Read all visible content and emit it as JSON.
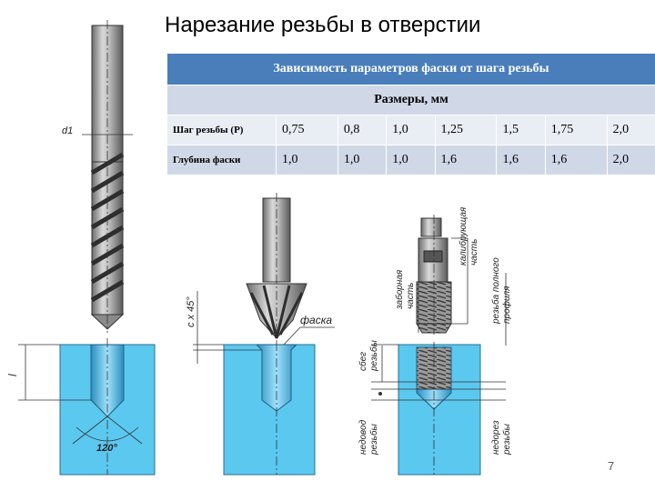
{
  "title": "Нарезание резьбы в отверстии",
  "table": {
    "caption": "Зависимость параметров фаски от шага резьбы",
    "subcaption": "Размеры, мм",
    "rows": [
      {
        "label": "Шаг резьбы (P)",
        "values": [
          "0,75",
          "0,8",
          "1,0",
          "1,25",
          "1,5",
          "1,75",
          "2,0"
        ]
      },
      {
        "label": "Глубина фаски",
        "values": [
          "1,0",
          "1,0",
          "1,0",
          "1,6",
          "1,6",
          "1,6",
          "2,0"
        ]
      }
    ]
  },
  "labels": {
    "d1": "d1",
    "l": "l",
    "angle": "120°",
    "chamfer_dim": "c x 45°",
    "chamfer": "фаска",
    "intake_1": "заборная",
    "intake_2": "часть",
    "calib_1": "калибрующая",
    "calib_2": "часть",
    "full_1": "резьба полного",
    "full_2": "профиля",
    "runout_1": "сбег",
    "runout_2": "резьбы",
    "undercut_1": "недовод",
    "undercut_2": "резьбы",
    "incomplete_1": "недорез",
    "incomplete_2": "резьбы"
  },
  "page_number": "7",
  "colors": {
    "block": "#5bc8f0",
    "header": "#4a7ebb",
    "band": "#d0d8e8",
    "band_light": "#e9edf4"
  }
}
